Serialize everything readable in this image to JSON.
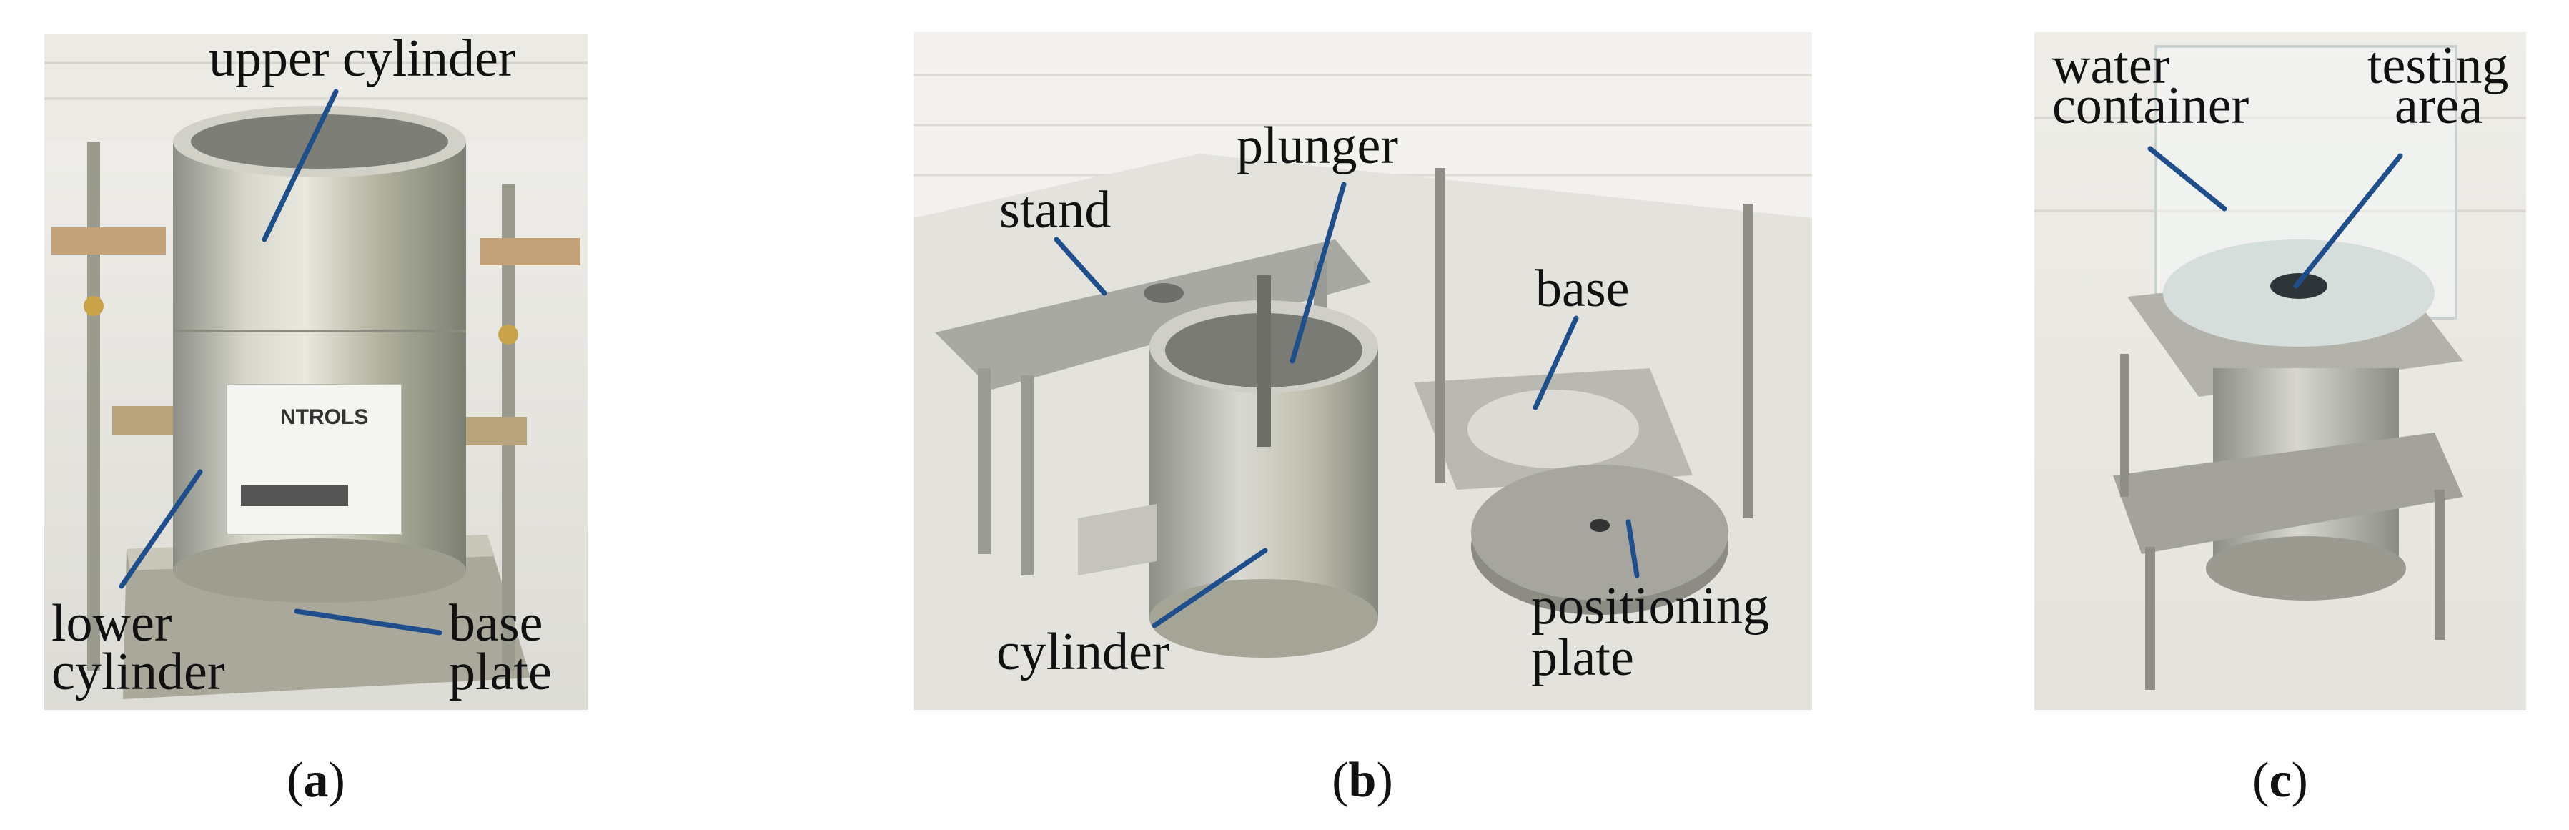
{
  "colors": {
    "leader": "#1f4e8c",
    "metal": "#b9b9b4",
    "backdrop": "#e7e5df"
  },
  "panel_a": {
    "caption_letter": "a",
    "labels": {
      "upper_cylinder": "upper cylinder",
      "lower_cylinder_line1": "lower",
      "lower_cylinder_line2": "cylinder",
      "base_plate_line1": "base",
      "base_plate_line2": "plate"
    },
    "label_text_on_apparatus": "NTROLS"
  },
  "panel_b": {
    "caption_letter": "b",
    "labels": {
      "plunger": "plunger",
      "stand": "stand",
      "base": "base",
      "cylinder": "cylinder",
      "positioning_line1": "positioning",
      "positioning_line2": "plate"
    }
  },
  "panel_c": {
    "caption_letter": "c",
    "labels": {
      "water_line1": "water",
      "water_line2": "container",
      "testing_line1": "testing",
      "testing_line2": "area"
    }
  }
}
